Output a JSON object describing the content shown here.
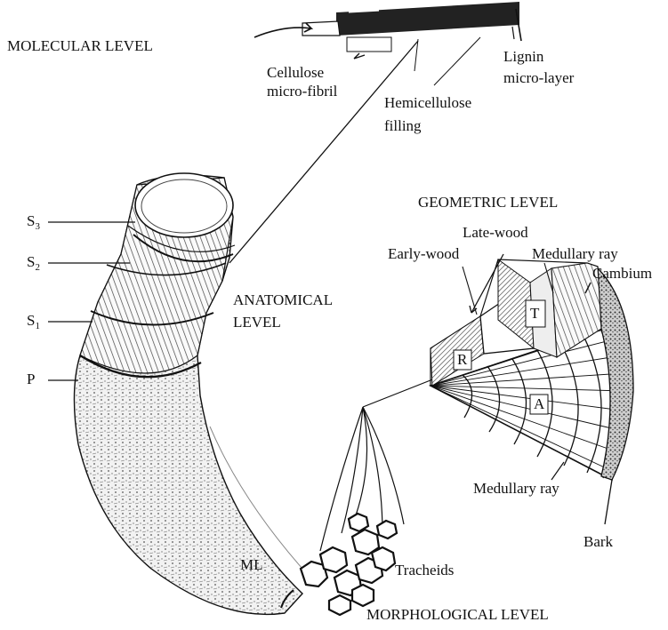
{
  "levels": {
    "molecular": "MOLECULAR LEVEL",
    "geometric": "GEOMETRIC LEVEL",
    "anatomical_1": "ANATOMICAL",
    "anatomical_2": "LEVEL",
    "morphological": "MORPHOLOGICAL LEVEL"
  },
  "molecular_labels": {
    "cellulose_1": "Cellulose",
    "cellulose_2": "micro-fibril",
    "hemicellulose_1": "Hemicellulose",
    "hemicellulose_2": "filling",
    "lignin_1": "Lignin",
    "lignin_2": "micro-layer"
  },
  "cell_wall_layers": [
    {
      "letter": "S",
      "sub": "3"
    },
    {
      "letter": "S",
      "sub": "2"
    },
    {
      "letter": "S",
      "sub": "1"
    },
    {
      "letter": "P",
      "sub": ""
    }
  ],
  "morphological_labels": {
    "ml": "ML",
    "tracheids": "Tracheids"
  },
  "geometric_labels": {
    "late_wood": "Late-wood",
    "early_wood": "Early-wood",
    "medullary_ray_top": "Medullary ray",
    "cambium": "Cambium",
    "medullary_ray_bottom": "Medullary ray",
    "bark": "Bark",
    "face_t": "T",
    "face_r": "R",
    "face_a": "A"
  },
  "colors": {
    "ink": "#111111",
    "paper": "#ffffff",
    "texture": "#555555"
  }
}
